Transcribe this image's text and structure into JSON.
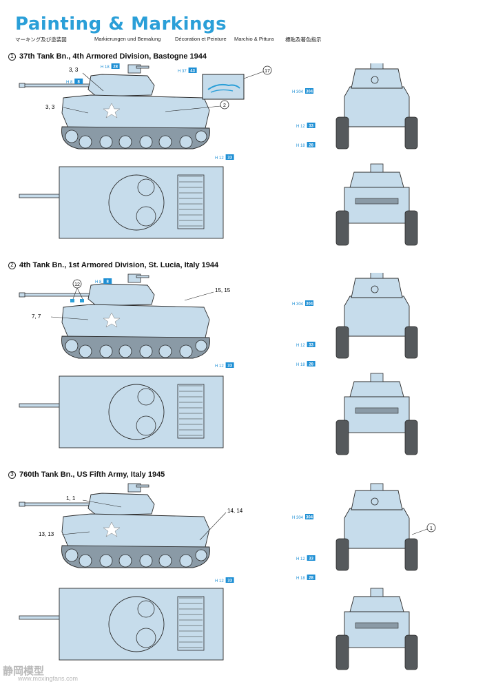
{
  "header": {
    "title": "Painting & Markings",
    "subtitles": [
      "マーキング及び塗装図",
      "Markierungen und Bemalung",
      "Décoration et Peinture",
      "Marchio & Pittura",
      "標貼及著色指示"
    ]
  },
  "colors": {
    "tank_fill": "#c6dceb",
    "tank_stroke": "#2a2a2a",
    "accent_blue": "#2a9fd8",
    "badge_blue": "#1e8fd4"
  },
  "sections": [
    {
      "number": "1",
      "title": "37th Tank Bn., 4th Armored Division, Bastogne 1944",
      "labels": {
        "turret": "3, 3",
        "side": "3, 3",
        "inset": "17",
        "hull": "2"
      },
      "paints": {
        "gun": {
          "code": "H 8",
          "num": "8"
        },
        "turret_top": {
          "code": "H 18",
          "num": "28"
        },
        "mg": {
          "code": "H 37",
          "num": "43"
        },
        "tracks": {
          "code": "H 12",
          "num": "33"
        },
        "front_hull": {
          "code": "H 304",
          "num": "304"
        },
        "front_track": {
          "code": "H 12",
          "num": "33"
        },
        "front_wheel": {
          "code": "H 18",
          "num": "28"
        }
      }
    },
    {
      "number": "2",
      "title": "4th Tank Bn., 1st Armored Division, St. Lucia, Italy 1944",
      "labels": {
        "gun": "12",
        "side": "7, 7",
        "turret": "15, 15"
      },
      "paints": {
        "turret_top": {
          "code": "H 8",
          "num": "8"
        },
        "tracks": {
          "code": "H 12",
          "num": "33"
        },
        "front_hull": {
          "code": "H 304",
          "num": "304"
        },
        "front_track": {
          "code": "H 12",
          "num": "33"
        },
        "front_wheel": {
          "code": "H 18",
          "num": "28"
        }
      }
    },
    {
      "number": "3",
      "title": "760th Tank Bn., US Fifth Army, Italy 1945",
      "labels": {
        "turret": "1, 1",
        "side": "13, 13",
        "hull": "14, 14",
        "front": "1"
      },
      "paints": {
        "tracks": {
          "code": "H 12",
          "num": "33"
        },
        "front_hull": {
          "code": "H 304",
          "num": "304"
        },
        "front_track": {
          "code": "H 12",
          "num": "33"
        },
        "front_wheel": {
          "code": "H 18",
          "num": "28"
        }
      }
    }
  ],
  "watermark": {
    "text": "静岡模型",
    "url": "www.moxingfans.com"
  }
}
